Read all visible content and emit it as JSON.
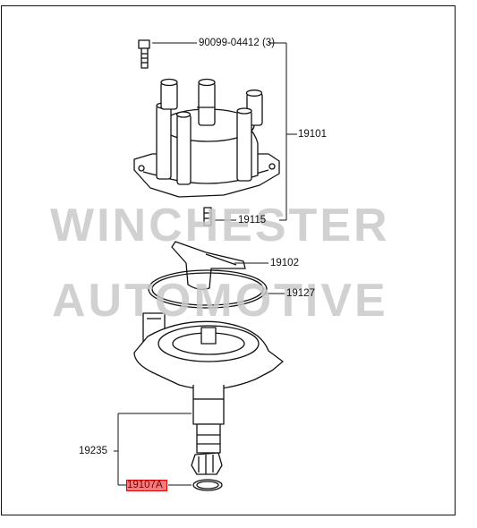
{
  "watermark": {
    "line1": "WINCHESTER",
    "line2": "AUTOMOTIVE"
  },
  "parts": {
    "screw": "90099-04412 (3)",
    "cap": "19101",
    "terminal": "19115",
    "rotor": "19102",
    "gasket": "19127",
    "housing": "19235",
    "oring": "19107A"
  },
  "colors": {
    "ink": "#111111",
    "highlight": "#e01414",
    "watermark": "#c9c9c9"
  }
}
